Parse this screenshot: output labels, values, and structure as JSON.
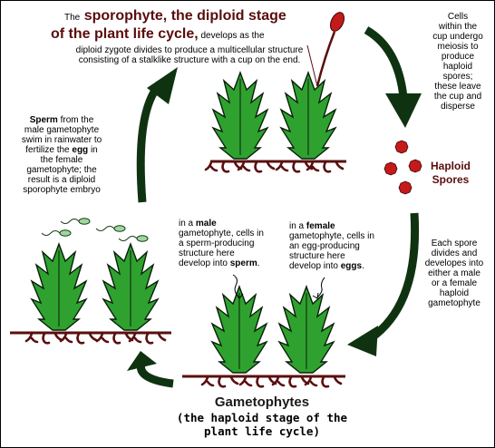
{
  "colors": {
    "background": "#ffffff",
    "plant_fill": "#2fa12f",
    "plant_outline": "#0a1f0a",
    "ground": "#5a0f0f",
    "arrow": "#0f3310",
    "spore": "#c41a1a",
    "sperm": "#9ed89e",
    "title_text": "#5a0c0c"
  },
  "sporophyte": {
    "lead": "The",
    "highlight_line1": "sporophyte, the diploid stage",
    "highlight_line2": "of the plant life cycle,",
    "tail_inline": "develops as the",
    "line3": "diploid zygote divides to produce a multicellular structure",
    "line4": "consisting of a stalklike structure with a cup on the end."
  },
  "meiosis_note": {
    "line1": "Cells",
    "line2": "within the",
    "line3": "cup undergo",
    "line4": "meiosis to",
    "line5": "produce",
    "line6": "haploid",
    "line7": "spores;",
    "line8": "these leave",
    "line9": "the cup and",
    "line10": "disperse"
  },
  "spores": {
    "line1": "Haploid",
    "line2": "Spores"
  },
  "spore_note": {
    "line1": "Each spore",
    "line2": "divides and",
    "line3": "developes into",
    "line4": "either a male",
    "line5": "or a female",
    "line6": "haploid",
    "line7": "gametophyte"
  },
  "sperm_note": {
    "sperm_word": "Sperm",
    "line1_rest": " from the",
    "line2": "male gametophyte",
    "line3": "swim in rainwater to",
    "line4_pre": "fertilize the ",
    "egg_word": "egg",
    "line4_post": " in",
    "line5": "the female",
    "line6": "gametophyte; the",
    "line7": "result is a diploid",
    "line8": "sporophyte embryo"
  },
  "male_note": {
    "line1_pre": "in a ",
    "male_word": "male",
    "line2": "gametophyte, cells in",
    "line3": "a sperm-producing",
    "line4": "structure here",
    "line5_pre": "develop into ",
    "sperm_word": "sperm",
    "line5_post": "."
  },
  "female_note": {
    "line1_pre": "in a ",
    "female_word": "female",
    "line2": "gametophyte, cells in",
    "line3": "an egg-producing",
    "line4": "structure here",
    "line5_pre": "develop into ",
    "eggs_word": "eggs",
    "line5_post": "."
  },
  "gametophytes": {
    "title": "Gametophytes",
    "line2": "(the haploid stage of the",
    "line3": "plant life cycle)"
  }
}
